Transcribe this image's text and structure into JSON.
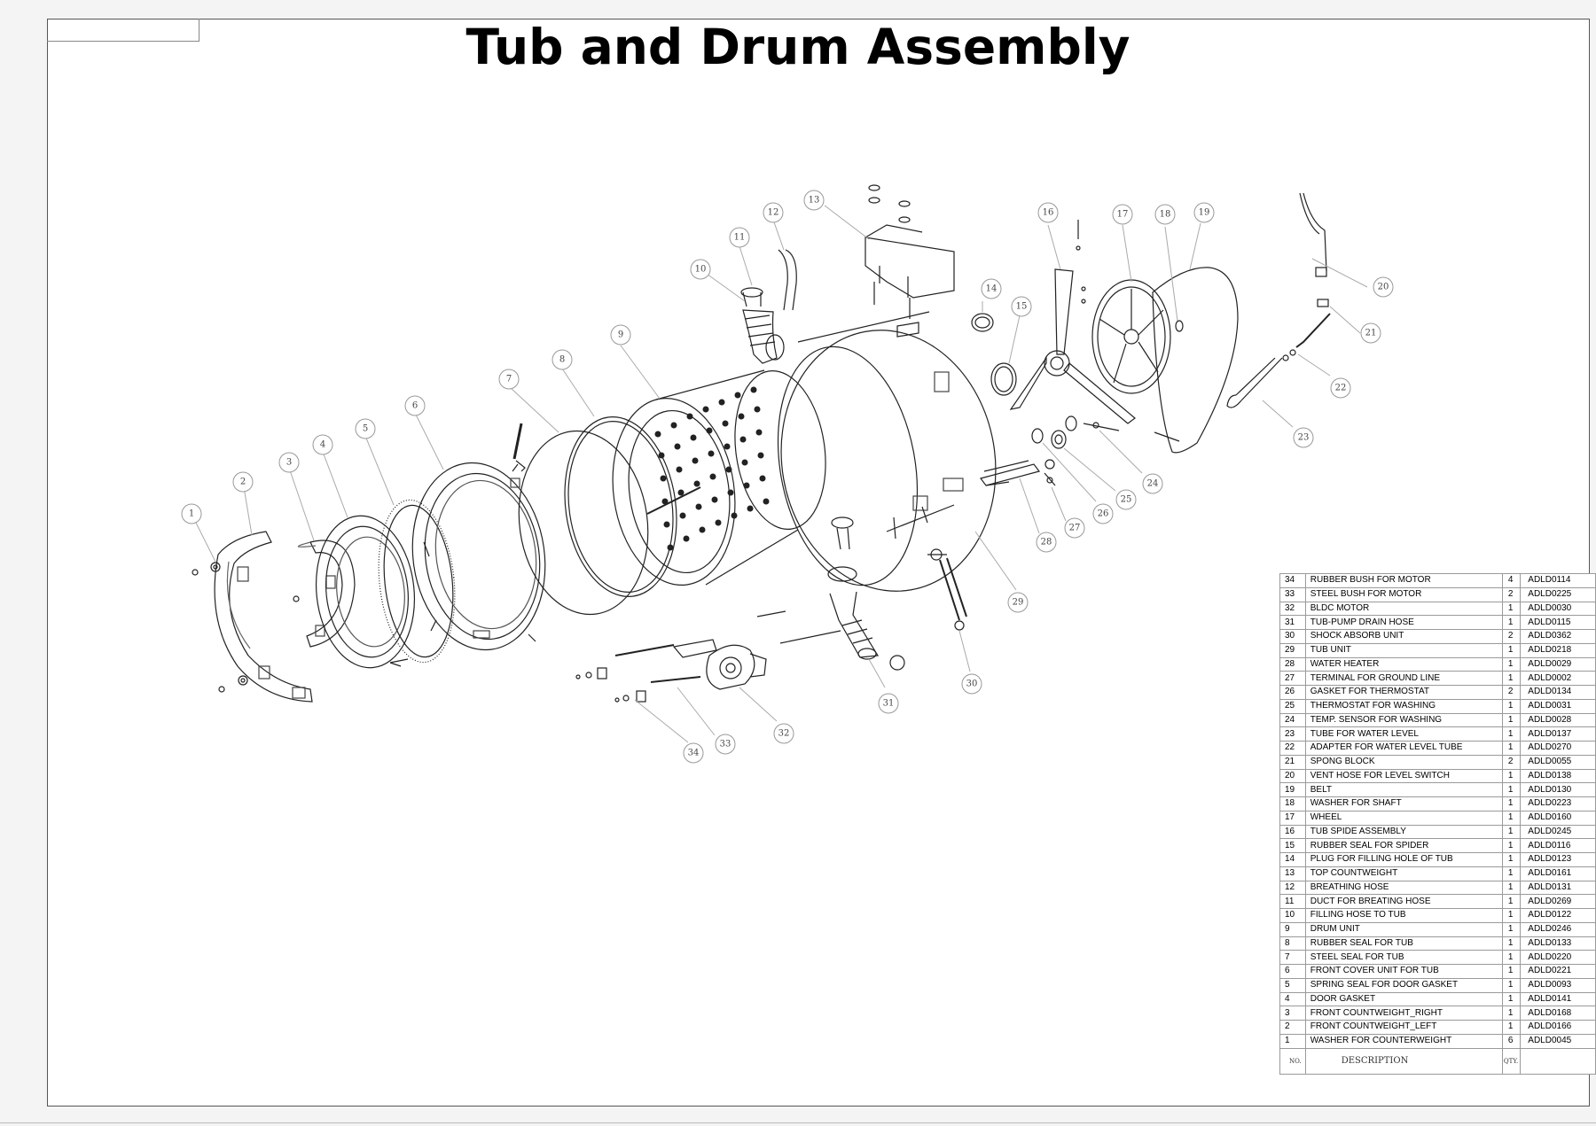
{
  "title": "Tub and Drum Assembly",
  "table": {
    "header": {
      "no": "NO.",
      "description": "DESCRIPTION",
      "qty": "QTY.",
      "code": ""
    },
    "rows": [
      {
        "no": "34",
        "description": "RUBBER BUSH FOR MOTOR",
        "qty": "4",
        "code": "ADLD0114"
      },
      {
        "no": "33",
        "description": "STEEL BUSH FOR MOTOR",
        "qty": "2",
        "code": "ADLD0225"
      },
      {
        "no": "32",
        "description": "BLDC MOTOR",
        "qty": "1",
        "code": "ADLD0030"
      },
      {
        "no": "31",
        "description": "TUB-PUMP DRAIN HOSE",
        "qty": "1",
        "code": "ADLD0115"
      },
      {
        "no": "30",
        "description": "SHOCK ABSORB UNIT",
        "qty": "2",
        "code": "ADLD0362"
      },
      {
        "no": "29",
        "description": "TUB UNIT",
        "qty": "1",
        "code": "ADLD0218"
      },
      {
        "no": "28",
        "description": "WATER HEATER",
        "qty": "1",
        "code": "ADLD0029"
      },
      {
        "no": "27",
        "description": "TERMINAL FOR GROUND LINE",
        "qty": "1",
        "code": "ADLD0002"
      },
      {
        "no": "26",
        "description": "GASKET FOR THERMOSTAT",
        "qty": "2",
        "code": "ADLD0134"
      },
      {
        "no": "25",
        "description": "THERMOSTAT FOR WASHING",
        "qty": "1",
        "code": "ADLD0031"
      },
      {
        "no": "24",
        "description": "TEMP. SENSOR FOR WASHING",
        "qty": "1",
        "code": "ADLD0028"
      },
      {
        "no": "23",
        "description": "TUBE FOR WATER LEVEL",
        "qty": "1",
        "code": "ADLD0137"
      },
      {
        "no": "22",
        "description": "ADAPTER FOR WATER LEVEL TUBE",
        "qty": "1",
        "code": "ADLD0270"
      },
      {
        "no": "21",
        "description": "SPONG BLOCK",
        "qty": "2",
        "code": "ADLD0055"
      },
      {
        "no": "20",
        "description": "VENT HOSE FOR LEVEL SWITCH",
        "qty": "1",
        "code": "ADLD0138"
      },
      {
        "no": "19",
        "description": "BELT",
        "qty": "1",
        "code": "ADLD0130"
      },
      {
        "no": "18",
        "description": "WASHER FOR SHAFT",
        "qty": "1",
        "code": "ADLD0223"
      },
      {
        "no": "17",
        "description": "WHEEL",
        "qty": "1",
        "code": "ADLD0160"
      },
      {
        "no": "16",
        "description": "TUB SPIDE ASSEMBLY",
        "qty": "1",
        "code": "ADLD0245"
      },
      {
        "no": "15",
        "description": "RUBBER SEAL FOR SPIDER",
        "qty": "1",
        "code": "ADLD0116"
      },
      {
        "no": "14",
        "description": "PLUG FOR FILLING HOLE OF TUB",
        "qty": "1",
        "code": "ADLD0123"
      },
      {
        "no": "13",
        "description": "TOP COUNTWEIGHT",
        "qty": "1",
        "code": "ADLD0161"
      },
      {
        "no": "12",
        "description": "BREATHING HOSE",
        "qty": "1",
        "code": "ADLD0131"
      },
      {
        "no": "11",
        "description": "DUCT FOR BREATING HOSE",
        "qty": "1",
        "code": "ADLD0269"
      },
      {
        "no": "10",
        "description": "FILLING HOSE TO TUB",
        "qty": "1",
        "code": "ADLD0122"
      },
      {
        "no": "9",
        "description": "DRUM UNIT",
        "qty": "1",
        "code": "ADLD0246"
      },
      {
        "no": "8",
        "description": "RUBBER SEAL FOR TUB",
        "qty": "1",
        "code": "ADLD0133"
      },
      {
        "no": "7",
        "description": "STEEL SEAL FOR TUB",
        "qty": "1",
        "code": "ADLD0220"
      },
      {
        "no": "6",
        "description": "FRONT COVER UNIT FOR TUB",
        "qty": "1",
        "code": "ADLD0221"
      },
      {
        "no": "5",
        "description": "SPRING SEAL FOR DOOR GASKET",
        "qty": "1",
        "code": "ADLD0093"
      },
      {
        "no": "4",
        "description": "DOOR GASKET",
        "qty": "1",
        "code": "ADLD0141"
      },
      {
        "no": "3",
        "description": "FRONT COUNTWEIGHT_RIGHT",
        "qty": "1",
        "code": "ADLD0168"
      },
      {
        "no": "2",
        "description": "FRONT COUNTWEIGHT_LEFT",
        "qty": "1",
        "code": "ADLD0166"
      },
      {
        "no": "1",
        "description": "WASHER FOR COUNTERWEIGHT",
        "qty": "6",
        "code": "ADLD0045"
      }
    ]
  },
  "callouts": [
    "1",
    "2",
    "3",
    "4",
    "5",
    "6",
    "7",
    "8",
    "9",
    "10",
    "11",
    "12",
    "13",
    "14",
    "15",
    "16",
    "17",
    "18",
    "19",
    "20",
    "21",
    "22",
    "23",
    "24",
    "25",
    "26",
    "27",
    "28",
    "29",
    "30",
    "31",
    "32",
    "33",
    "34"
  ]
}
